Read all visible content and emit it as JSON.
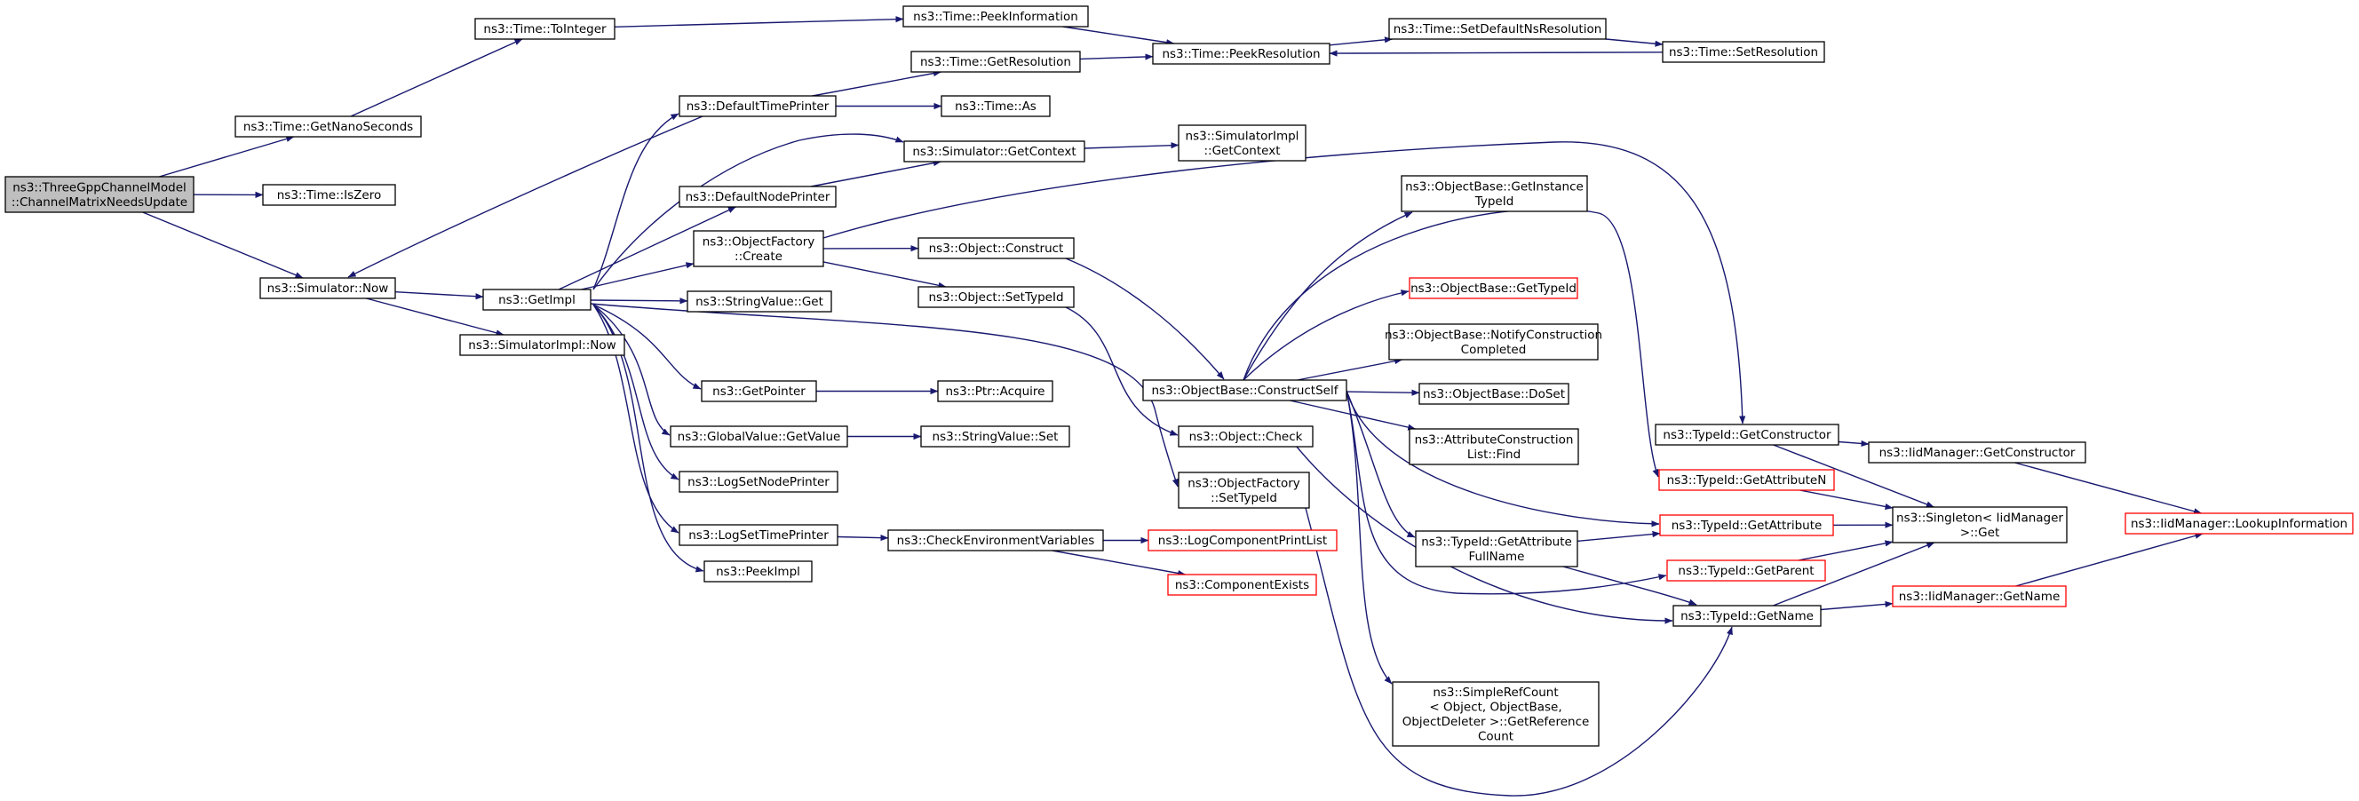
{
  "diagram": {
    "colors": {
      "edge": "#191970",
      "normal_border": "#000000",
      "external_border": "#ff0000",
      "root_fill": "#bfbfbf",
      "node_fill": "#ffffff"
    },
    "nodes": [
      {
        "id": "root",
        "kind": "root",
        "lines": [
          "ns3::ThreeGppChannelModel",
          "::ChannelMatrixNeedsUpdate"
        ]
      },
      {
        "id": "getnanoseconds",
        "kind": "normal",
        "lines": [
          "ns3::Time::GetNanoSeconds"
        ]
      },
      {
        "id": "iszero",
        "kind": "normal",
        "lines": [
          "ns3::Time::IsZero"
        ]
      },
      {
        "id": "simnow",
        "kind": "normal",
        "lines": [
          "ns3::Simulator::Now"
        ]
      },
      {
        "id": "tointeger",
        "kind": "normal",
        "lines": [
          "ns3::Time::ToInteger"
        ]
      },
      {
        "id": "peekinformation",
        "kind": "normal",
        "lines": [
          "ns3::Time::PeekInformation"
        ]
      },
      {
        "id": "peekresolution",
        "kind": "normal",
        "lines": [
          "ns3::Time::PeekResolution"
        ]
      },
      {
        "id": "setdefaultns",
        "kind": "normal",
        "lines": [
          "ns3::Time::SetDefaultNsResolution"
        ]
      },
      {
        "id": "setresolution",
        "kind": "normal",
        "lines": [
          "ns3::Time::SetResolution"
        ]
      },
      {
        "id": "getresolution",
        "kind": "normal",
        "lines": [
          "ns3::Time::GetResolution"
        ]
      },
      {
        "id": "defaulttimeprinter",
        "kind": "normal",
        "lines": [
          "ns3::DefaultTimePrinter"
        ]
      },
      {
        "id": "timeas",
        "kind": "normal",
        "lines": [
          "ns3::Time::As"
        ]
      },
      {
        "id": "simgetcontext",
        "kind": "normal",
        "lines": [
          "ns3::Simulator::GetContext"
        ]
      },
      {
        "id": "simimplgetcontext",
        "kind": "normal",
        "lines": [
          "ns3::SimulatorImpl",
          "::GetContext"
        ]
      },
      {
        "id": "defaultnodeprinter",
        "kind": "normal",
        "lines": [
          "ns3::DefaultNodePrinter"
        ]
      },
      {
        "id": "objfactorycreate",
        "kind": "normal",
        "lines": [
          "ns3::ObjectFactory",
          "::Create"
        ]
      },
      {
        "id": "objconstruct",
        "kind": "normal",
        "lines": [
          "ns3::Object::Construct"
        ]
      },
      {
        "id": "objsettypeid",
        "kind": "normal",
        "lines": [
          "ns3::Object::SetTypeId"
        ]
      },
      {
        "id": "getimpl",
        "kind": "normal",
        "lines": [
          "ns3::GetImpl"
        ]
      },
      {
        "id": "stringvalueget",
        "kind": "normal",
        "lines": [
          "ns3::StringValue::Get"
        ]
      },
      {
        "id": "simimplnow",
        "kind": "normal",
        "lines": [
          "ns3::SimulatorImpl::Now"
        ]
      },
      {
        "id": "getpointer",
        "kind": "normal",
        "lines": [
          "ns3::GetPointer"
        ]
      },
      {
        "id": "ptracquire",
        "kind": "normal",
        "lines": [
          "ns3::Ptr::Acquire"
        ]
      },
      {
        "id": "globalvalueget",
        "kind": "normal",
        "lines": [
          "ns3::GlobalValue::GetValue"
        ]
      },
      {
        "id": "stringvalueset",
        "kind": "normal",
        "lines": [
          "ns3::StringValue::Set"
        ]
      },
      {
        "id": "logsetnodeprinter",
        "kind": "normal",
        "lines": [
          "ns3::LogSetNodePrinter"
        ]
      },
      {
        "id": "logsettimeprinter",
        "kind": "normal",
        "lines": [
          "ns3::LogSetTimePrinter"
        ]
      },
      {
        "id": "checkenv",
        "kind": "normal",
        "lines": [
          "ns3::CheckEnvironmentVariables"
        ]
      },
      {
        "id": "logcompprintlist",
        "kind": "external",
        "lines": [
          "ns3::LogComponentPrintList"
        ]
      },
      {
        "id": "compexists",
        "kind": "external",
        "lines": [
          "ns3::ComponentExists"
        ]
      },
      {
        "id": "peekimpl",
        "kind": "normal",
        "lines": [
          "ns3::PeekImpl"
        ]
      },
      {
        "id": "objbasegetinstancetypeid",
        "kind": "normal",
        "lines": [
          "ns3::ObjectBase::GetInstance",
          "TypeId"
        ]
      },
      {
        "id": "objbasegettypeid",
        "kind": "external",
        "lines": [
          "ns3::ObjectBase::GetTypeId"
        ]
      },
      {
        "id": "objbasenotify",
        "kind": "normal",
        "lines": [
          "ns3::ObjectBase::NotifyConstruction",
          "Completed"
        ]
      },
      {
        "id": "constructself",
        "kind": "normal",
        "lines": [
          "ns3::ObjectBase::ConstructSelf"
        ]
      },
      {
        "id": "objbasedoset",
        "kind": "normal",
        "lines": [
          "ns3::ObjectBase::DoSet"
        ]
      },
      {
        "id": "attrconstructionfind",
        "kind": "normal",
        "lines": [
          "ns3::AttributeConstruction",
          "List::Find"
        ]
      },
      {
        "id": "objcheck",
        "kind": "normal",
        "lines": [
          "ns3::Object::Check"
        ]
      },
      {
        "id": "objfactorysettypeid",
        "kind": "normal",
        "lines": [
          "ns3::ObjectFactory",
          "::SetTypeId"
        ]
      },
      {
        "id": "typeidgetconstructor",
        "kind": "normal",
        "lines": [
          "ns3::TypeId::GetConstructor"
        ]
      },
      {
        "id": "iidmgrgetconstructor",
        "kind": "normal",
        "lines": [
          "ns3::IidManager::GetConstructor"
        ]
      },
      {
        "id": "typeidgetattributen",
        "kind": "external",
        "lines": [
          "ns3::TypeId::GetAttributeN"
        ]
      },
      {
        "id": "typeidgetattrfullname",
        "kind": "normal",
        "lines": [
          "ns3::TypeId::GetAttribute",
          "FullName"
        ]
      },
      {
        "id": "typeidgetattribute",
        "kind": "external",
        "lines": [
          "ns3::TypeId::GetAttribute"
        ]
      },
      {
        "id": "singletonget",
        "kind": "normal",
        "lines": [
          "ns3::Singleton< IidManager",
          " >::Get"
        ]
      },
      {
        "id": "iidmgrlookupinfo",
        "kind": "external",
        "lines": [
          "ns3::IidManager::LookupInformation"
        ]
      },
      {
        "id": "typeidgetparent",
        "kind": "external",
        "lines": [
          "ns3::TypeId::GetParent"
        ]
      },
      {
        "id": "typeidgetname",
        "kind": "normal",
        "lines": [
          "ns3::TypeId::GetName"
        ]
      },
      {
        "id": "iidmgrgetname",
        "kind": "external",
        "lines": [
          "ns3::IidManager::GetName"
        ]
      },
      {
        "id": "simplerefcount",
        "kind": "normal",
        "lines": [
          "ns3::SimpleRefCount",
          "< Object, ObjectBase,",
          " ObjectDeleter >::GetReference",
          "Count"
        ]
      }
    ],
    "edges": [
      [
        "root",
        "getnanoseconds"
      ],
      [
        "root",
        "iszero"
      ],
      [
        "root",
        "simnow"
      ],
      [
        "getnanoseconds",
        "tointeger"
      ],
      [
        "tointeger",
        "peekinformation"
      ],
      [
        "peekinformation",
        "peekresolution"
      ],
      [
        "peekresolution",
        "setdefaultns"
      ],
      [
        "setdefaultns",
        "setresolution"
      ],
      [
        "setresolution",
        "peekresolution"
      ],
      [
        "getresolution",
        "peekresolution"
      ],
      [
        "simnow",
        "getimpl"
      ],
      [
        "simnow",
        "simimplnow"
      ],
      [
        "getimpl",
        "defaulttimeprinter"
      ],
      [
        "defaulttimeprinter",
        "getresolution"
      ],
      [
        "defaulttimeprinter",
        "timeas"
      ],
      [
        "defaulttimeprinter",
        "simnow"
      ],
      [
        "getimpl",
        "simgetcontext"
      ],
      [
        "simgetcontext",
        "simimplgetcontext"
      ],
      [
        "getimpl",
        "defaultnodeprinter"
      ],
      [
        "defaultnodeprinter",
        "simgetcontext"
      ],
      [
        "getimpl",
        "objfactorycreate"
      ],
      [
        "objfactorycreate",
        "objconstruct"
      ],
      [
        "objfactorycreate",
        "objsettypeid"
      ],
      [
        "objfactorycreate",
        "typeidgetconstructor"
      ],
      [
        "objconstruct",
        "constructself"
      ],
      [
        "objsettypeid",
        "objcheck"
      ],
      [
        "getimpl",
        "stringvalueget"
      ],
      [
        "getimpl",
        "getpointer"
      ],
      [
        "getpointer",
        "ptracquire"
      ],
      [
        "getimpl",
        "globalvalueget"
      ],
      [
        "globalvalueget",
        "stringvalueset"
      ],
      [
        "getimpl",
        "logsetnodeprinter"
      ],
      [
        "getimpl",
        "logsettimeprinter"
      ],
      [
        "logsettimeprinter",
        "checkenv"
      ],
      [
        "checkenv",
        "logcompprintlist"
      ],
      [
        "checkenv",
        "compexists"
      ],
      [
        "getimpl",
        "peekimpl"
      ],
      [
        "getimpl",
        "objfactorysettypeid"
      ],
      [
        "constructself",
        "objbasegetinstancetypeid"
      ],
      [
        "constructself",
        "objbasegettypeid"
      ],
      [
        "constructself",
        "objbasenotify"
      ],
      [
        "constructself",
        "objbasedoset"
      ],
      [
        "constructself",
        "attrconstructionfind"
      ],
      [
        "constructself",
        "typeidgetattributen"
      ],
      [
        "constructself",
        "typeidgetattrfullname"
      ],
      [
        "constructself",
        "typeidgetattribute"
      ],
      [
        "constructself",
        "typeidgetparent"
      ],
      [
        "constructself",
        "simplerefcount"
      ],
      [
        "objcheck",
        "typeidgetname"
      ],
      [
        "objfactorysettypeid",
        "typeidgetname"
      ],
      [
        "typeidgetconstructor",
        "iidmgrgetconstructor"
      ],
      [
        "typeidgetconstructor",
        "singletonget"
      ],
      [
        "iidmgrgetconstructor",
        "iidmgrlookupinfo"
      ],
      [
        "typeidgetattributen",
        "singletonget"
      ],
      [
        "typeidgetattribute",
        "singletonget"
      ],
      [
        "typeidgetattrfullname",
        "typeidgetattribute"
      ],
      [
        "typeidgetattrfullname",
        "typeidgetname"
      ],
      [
        "typeidgetparent",
        "singletonget"
      ],
      [
        "typeidgetname",
        "singletonget"
      ],
      [
        "typeidgetname",
        "iidmgrgetname"
      ],
      [
        "iidmgrgetname",
        "iidmgrlookupinfo"
      ]
    ]
  }
}
